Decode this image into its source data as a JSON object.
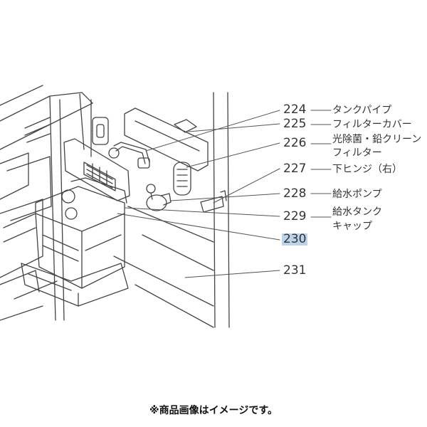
{
  "parts": [
    {
      "number": "224",
      "name": "タンクパイプ"
    },
    {
      "number": "225",
      "name": "フィルターカバー"
    },
    {
      "number": "226",
      "name": "光除菌・鉛クリーン",
      "name_line2": "フィルター"
    },
    {
      "number": "227",
      "name": "下ヒンジ（右）"
    },
    {
      "number": "228",
      "name": "給水ポンプ"
    },
    {
      "number": "229",
      "name": "給水タンク",
      "name_line2": "キャップ"
    },
    {
      "number": "230",
      "name": "",
      "highlighted": true
    },
    {
      "number": "231",
      "name": ""
    }
  ],
  "highlight_color": "#bcd3ea",
  "footnote": "※商品画像はイメージです。"
}
